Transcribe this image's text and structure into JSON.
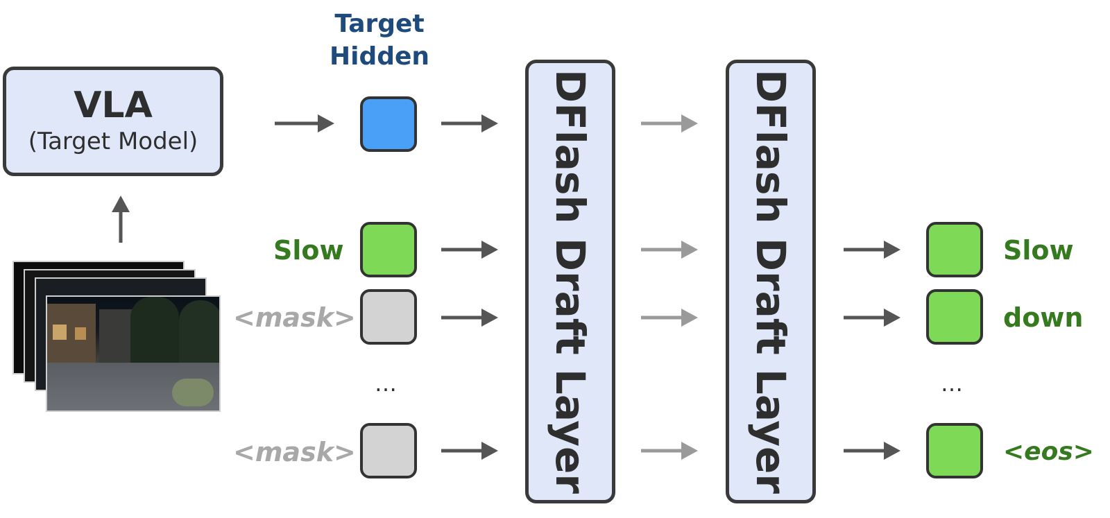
{
  "vla": {
    "title": "VLA",
    "subtitle": "(Target Model)"
  },
  "target_hidden": {
    "label": "Target\nHidden"
  },
  "inputs": {
    "slow_label": "Slow",
    "mask_label_1": "<mask>",
    "mask_label_2": "<mask>",
    "ellipsis": "…"
  },
  "draft_layers": [
    {
      "label": "DFlash Draft Layer"
    },
    {
      "label": "DFlash Draft Layer"
    }
  ],
  "outputs": {
    "labels": [
      "Slow",
      "down",
      "<eos>"
    ],
    "ellipsis": "…"
  },
  "colors": {
    "box_fill": "#dfe7f8",
    "hidden_token": "#4a9ff7",
    "text_token": "#7ed957",
    "mask_token": "#d3d3d3",
    "label_green": "#357a1e",
    "label_blue": "#1f4a7c",
    "mask_text": "#a8a8a8"
  },
  "image_stack": {
    "icon": "video-frame-stack",
    "count": 4
  }
}
